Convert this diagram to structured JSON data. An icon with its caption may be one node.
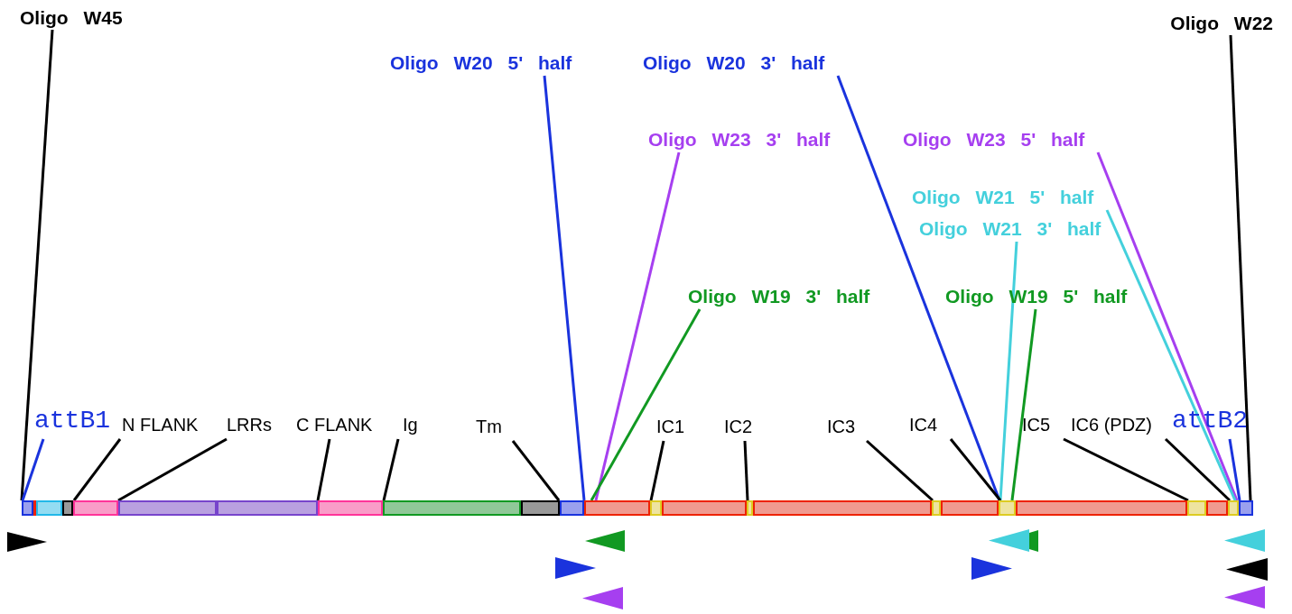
{
  "diagram": {
    "nodes": [
      {
        "text": [
          "Oligo W45"
        ]
      },
      {
        "text": [
          "Oligo W22"
        ]
      },
      {
        "text": [
          "Oligo W20 5' half"
        ]
      },
      {
        "text": [
          "Oligo W20 3' half"
        ]
      },
      {
        "text": [
          "Oligo W23 3' half"
        ]
      },
      {
        "text": [
          "Oligo W23 5' half"
        ]
      },
      {
        "text": [
          "Oligo W21 5' half"
        ]
      },
      {
        "text": [
          "Oligo W21 3' half"
        ]
      },
      {
        "text": [
          "Oligo W19 3' half"
        ]
      },
      {
        "text": [
          "Oligo W19 5' half"
        ]
      },
      {
        "text": [
          "attB1"
        ]
      },
      {
        "text": [
          "N FLANK"
        ]
      },
      {
        "text": [
          "LRRs"
        ]
      },
      {
        "text": [
          "C FLANK"
        ]
      },
      {
        "text": [
          "Ig"
        ]
      },
      {
        "text": [
          "Tm"
        ]
      },
      {
        "text": [
          "IC1"
        ]
      },
      {
        "text": [
          "IC2"
        ]
      },
      {
        "text": [
          "IC3"
        ]
      },
      {
        "text": [
          "IC4"
        ]
      },
      {
        "text": [
          "IC5"
        ]
      },
      {
        "text": [
          "IC6 (PDZ)"
        ]
      },
      {
        "text": [
          "attB2"
        ]
      },
      {
        "text": [],
        "shape": "bar"
      },
      {
        "text": [],
        "shape": "bar"
      },
      {
        "text": [],
        "shape": "bar"
      },
      {
        "text": [],
        "shape": "bar"
      },
      {
        "text": [],
        "shape": "bar"
      },
      {
        "text": [],
        "shape": "bar"
      },
      {
        "text": [],
        "shape": "bar"
      },
      {
        "text": [],
        "shape": "bar"
      },
      {
        "text": [],
        "shape": "bar"
      },
      {
        "text": [],
        "shape": "bar"
      },
      {
        "text": [],
        "shape": "bar"
      },
      {
        "text": [],
        "shape": "bar"
      },
      {
        "text": [],
        "shape": "bar"
      },
      {
        "text": [],
        "shape": "bar"
      },
      {
        "text": [],
        "shape": "bar"
      },
      {
        "text": [],
        "shape": "bar"
      },
      {
        "text": [],
        "shape": "bar"
      },
      {
        "text": [],
        "shape": "bar"
      },
      {
        "text": [],
        "shape": "bar"
      },
      {
        "text": [],
        "shape": "bar"
      },
      {
        "text": [],
        "shape": "bar"
      },
      {
        "text": [],
        "shape": "bar"
      },
      {
        "text": [],
        "shape": "bar"
      },
      {
        "text": [],
        "shape": "bar"
      },
      {
        "text": [],
        "shape": "triangle"
      },
      {
        "text": [],
        "shape": "triangle"
      },
      {
        "text": [],
        "shape": "triangle"
      },
      {
        "text": [],
        "shape": "triangle"
      },
      {
        "text": [],
        "shape": "triangle"
      },
      {
        "text": [],
        "shape": "triangle"
      },
      {
        "text": [],
        "shape": "triangle"
      },
      {
        "text": [],
        "shape": "triangle"
      },
      {
        "text": [],
        "shape": "triangle"
      },
      {
        "text": [],
        "shape": "triangle"
      }
    ],
    "edges": [
      {
        "from": 0,
        "to": 23,
        "arrow": "none"
      },
      {
        "from": 1,
        "to": 46,
        "arrow": "none"
      },
      {
        "from": 2,
        "to": 34,
        "arrow": "none",
        "color": "#1a33dd"
      },
      {
        "from": 3,
        "to": 41,
        "arrow": "none",
        "color": "#1a33dd"
      },
      {
        "from": 4,
        "to": 34,
        "arrow": "none",
        "color": "#a63ff0"
      },
      {
        "from": 5,
        "to": 45,
        "arrow": "none",
        "color": "#a63ff0"
      },
      {
        "from": 6,
        "to": 45,
        "arrow": "none",
        "color": "#44d0dc"
      },
      {
        "from": 7,
        "to": 41,
        "arrow": "none",
        "color": "#44d0dc"
      },
      {
        "from": 8,
        "to": 34,
        "arrow": "none",
        "color": "#119922"
      },
      {
        "from": 9,
        "to": 41,
        "arrow": "none",
        "color": "#119922"
      },
      {
        "from": 10,
        "to": 23,
        "arrow": "none",
        "color": "#1a33dd"
      },
      {
        "from": 11,
        "to": 27,
        "arrow": "none"
      },
      {
        "from": 12,
        "to": 28,
        "arrow": "none"
      },
      {
        "from": 13,
        "to": 30,
        "arrow": "none"
      },
      {
        "from": 14,
        "to": 31,
        "arrow": "none"
      },
      {
        "from": 15,
        "to": 32,
        "arrow": "none"
      },
      {
        "from": 16,
        "to": 35,
        "arrow": "none"
      },
      {
        "from": 17,
        "to": 37,
        "arrow": "none"
      },
      {
        "from": 18,
        "to": 39,
        "arrow": "none"
      },
      {
        "from": 19,
        "to": 41,
        "arrow": "none"
      },
      {
        "from": 20,
        "to": 43,
        "arrow": "none"
      },
      {
        "from": 21,
        "to": 45,
        "arrow": "none"
      },
      {
        "from": 22,
        "to": 46,
        "arrow": "none",
        "color": "#1a33dd"
      }
    ]
  }
}
